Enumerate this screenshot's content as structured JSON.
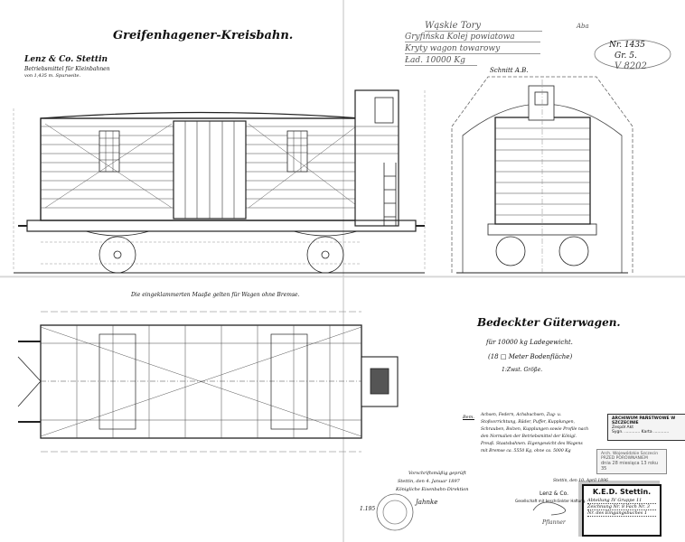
{
  "header": {
    "railway_title": "Greifenhagener-Kreisbahn.",
    "maker": "Lenz & Co. Stettin",
    "maker_sub1": "Betriebsmittel für Kleinbahnen",
    "maker_sub2": "von 1,435 m. Spurweite."
  },
  "archive_note": {
    "lines": [
      "Wąskie Tory",
      "Gryfińska Kolej powiatowa",
      "Kryty wagon towarowy",
      "Ład. 10000 Kg"
    ],
    "initials": "Aba"
  },
  "sheet_ref": {
    "number": "Nr. 1435",
    "group": "Gr. 5.",
    "inventory": "V 8202"
  },
  "end_view_label": "Schnitt A.B.",
  "plan_note": "Die eingeklammerten Maaße gelten für Wagen ohne Bremse.",
  "wagon_title": {
    "name": "Bedeckter Güterwagen.",
    "line1": "für 10000 kg Ladegewicht.",
    "line2": "(18 □ Meter Bodenfläche)",
    "scale": "1:Zwst. Größe."
  },
  "remarks": {
    "label": "Bem.",
    "text": "Achsen, Federn, Achsbuchsen, Zug- u. Stoßvorrichtung, Räder, Puffer, Kupplungen, Schrauben, Bolzen, Kupplungen sowie Profile nach den Normalien der Betriebsmittel der Königl. Preuß. Staatsbahnen. Eigengewicht des Wagens mit Bremse ca. 5550 Kg, ohne ca. 5000 Kg"
  },
  "stamps": {
    "archive_top": {
      "line1": "ARCHIWUM PAŃSTWOWE W SZCZECINIE",
      "line2": "Zespół Akt",
      "line3": "Sygn. ............ Karta ............"
    },
    "archive_mid": {
      "line1": "Arch. Wojewódzkie Szczecin",
      "line2": "PRZED PORÓWNANIEM",
      "line3": "dnia 28 miesiąca 13 roku 35"
    },
    "ked": {
      "title": "K.E.D. Stettin.",
      "row1": "Abteilung IV Gruppe 11",
      "row2": "Zeichnung Nr. 8 Fach Nr. 3",
      "row3": "Nr. des Eingangsbuches 1"
    }
  },
  "approval": {
    "line1": "Vorschriftsmäßig geprüft",
    "line2": "Stettin, den 4. Januar 1897",
    "line3": "Königliche Eisenbahn-Direktion",
    "signature": "Jahnke",
    "seal_ref": "1.195"
  },
  "maker_signature": {
    "place_date": "Stettin, den 10. April 1896",
    "company": "Lenz & Co.",
    "company_sub": "Gesellschaft mit beschränkter Haftung.",
    "signature": "Pflanner"
  }
}
